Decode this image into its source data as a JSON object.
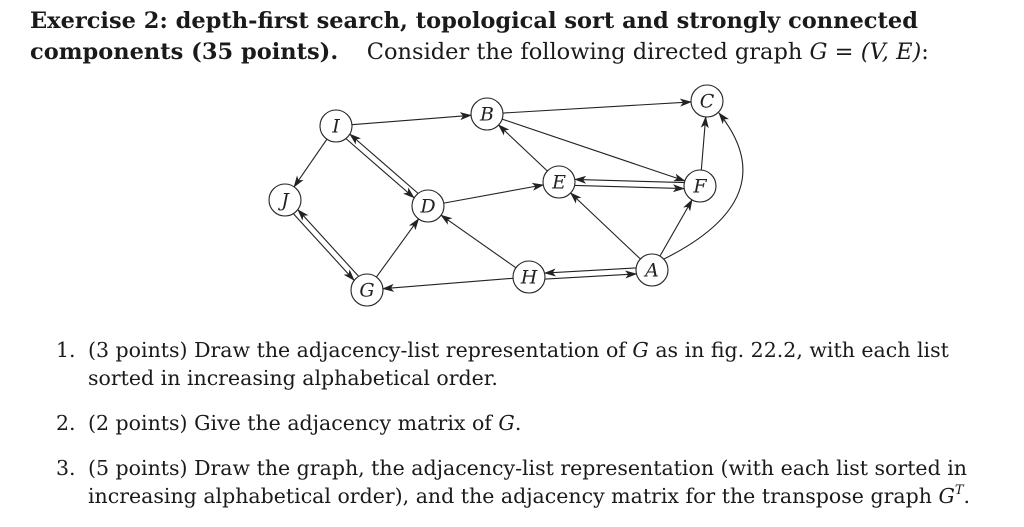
{
  "exercise": {
    "title_bold": "Exercise 2: depth-first search, topological sort and strongly connected components (35 points).",
    "intro_text": "Consider the following directed graph",
    "graph_symbol": "G",
    "equals": " = ",
    "vertex_edge_set": "(V, E)",
    "colon": ":"
  },
  "graph": {
    "nodes": [
      {
        "id": "I",
        "label": "I"
      },
      {
        "id": "B",
        "label": "B"
      },
      {
        "id": "C",
        "label": "C"
      },
      {
        "id": "J",
        "label": "J"
      },
      {
        "id": "D",
        "label": "D"
      },
      {
        "id": "E",
        "label": "E"
      },
      {
        "id": "F",
        "label": "F"
      },
      {
        "id": "G",
        "label": "G"
      },
      {
        "id": "H",
        "label": "H"
      },
      {
        "id": "A",
        "label": "A"
      }
    ],
    "edges": [
      {
        "from": "I",
        "to": "B"
      },
      {
        "from": "I",
        "to": "J"
      },
      {
        "from": "I",
        "to": "D"
      },
      {
        "from": "D",
        "to": "I"
      },
      {
        "from": "B",
        "to": "C"
      },
      {
        "from": "B",
        "to": "F"
      },
      {
        "from": "E",
        "to": "B"
      },
      {
        "from": "E",
        "to": "F"
      },
      {
        "from": "F",
        "to": "E"
      },
      {
        "from": "F",
        "to": "C"
      },
      {
        "from": "D",
        "to": "E"
      },
      {
        "from": "J",
        "to": "G"
      },
      {
        "from": "G",
        "to": "J"
      },
      {
        "from": "G",
        "to": "D"
      },
      {
        "from": "H",
        "to": "G"
      },
      {
        "from": "H",
        "to": "D"
      },
      {
        "from": "H",
        "to": "A"
      },
      {
        "from": "A",
        "to": "H"
      },
      {
        "from": "A",
        "to": "E"
      },
      {
        "from": "A",
        "to": "F"
      },
      {
        "from": "A",
        "to": "C"
      }
    ]
  },
  "questions": [
    {
      "number": "1.",
      "points": "(3 points)",
      "text_before": " Draw the adjacency-list representation of ",
      "math": "G",
      "text_after": " as in fig. 22.2, with each list sorted in increasing alphabetical order."
    },
    {
      "number": "2.",
      "points": "(2 points)",
      "text_before": " Give the adjacency matrix of ",
      "math": "G",
      "text_after": "."
    },
    {
      "number": "3.",
      "points": "(5 points)",
      "text_before": " Draw the graph, the adjacency-list representation (with each list sorted in increasing alphabetical order), and the adjacency matrix for the transpose graph ",
      "math": "G",
      "sup": "T",
      "text_after": "."
    }
  ]
}
